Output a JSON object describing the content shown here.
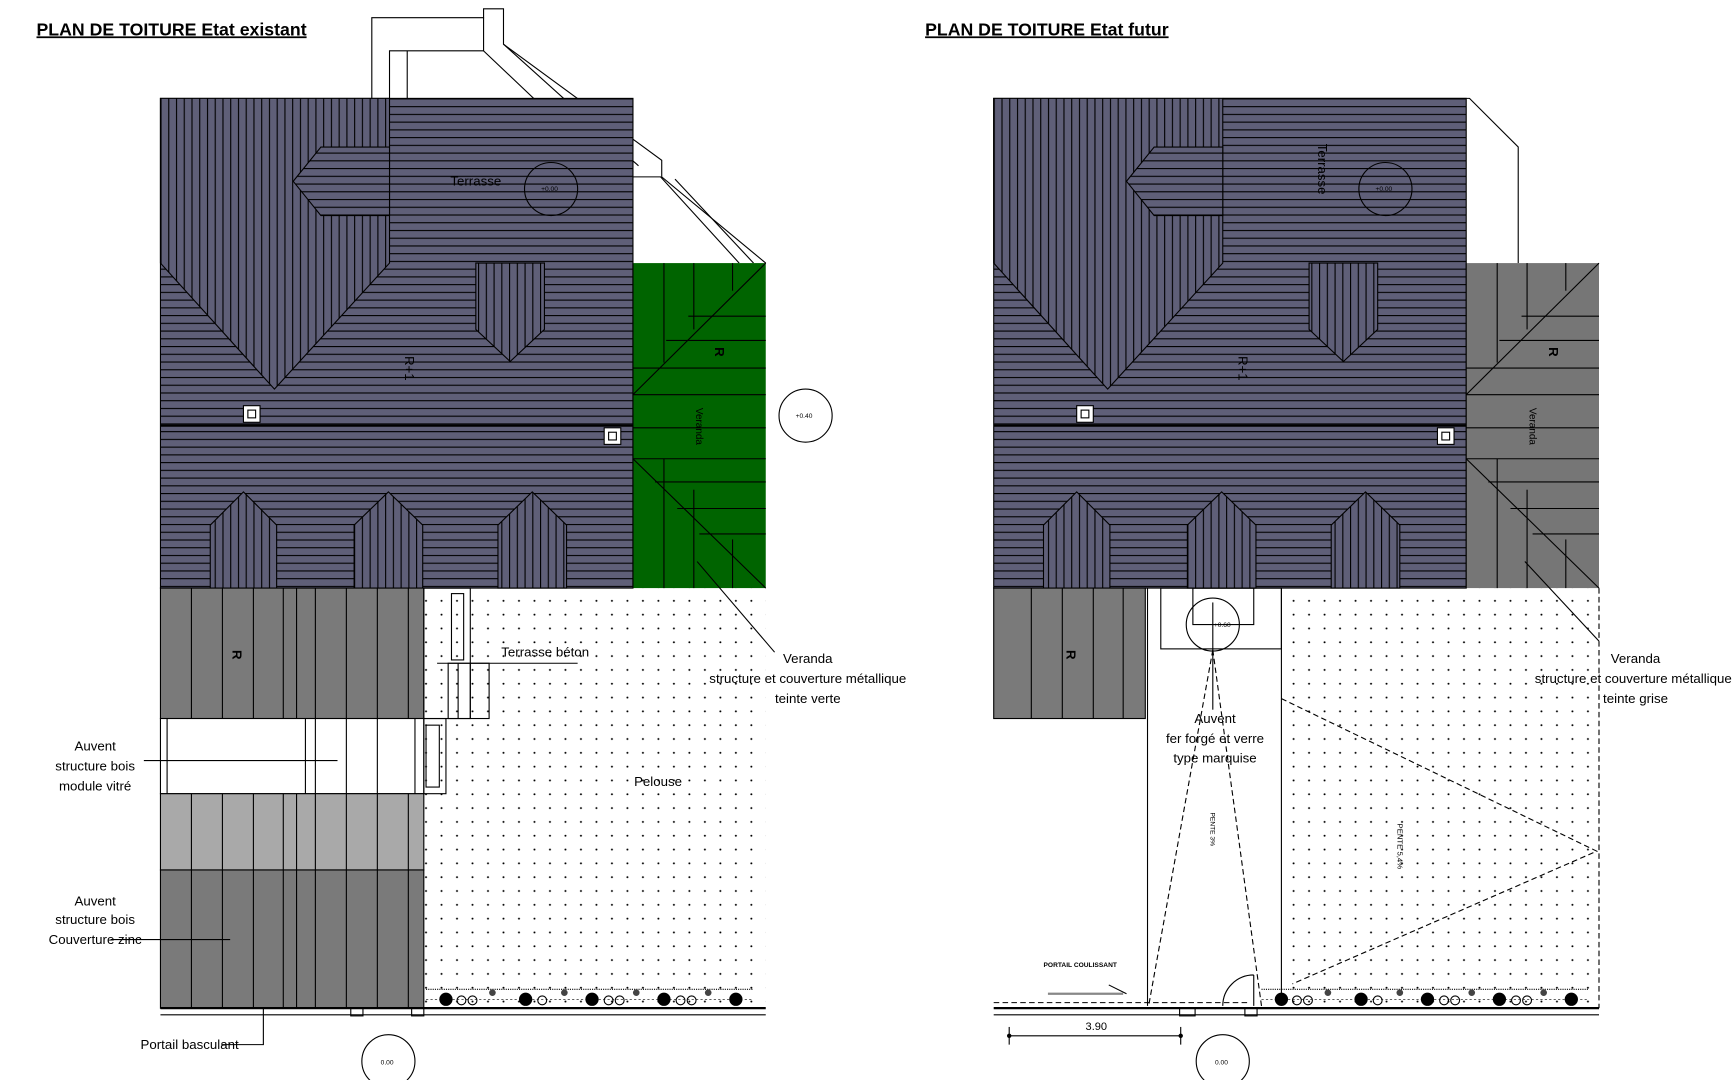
{
  "colors": {
    "roof": "#5f5f78",
    "veranda_existing": "#006400",
    "veranda_future": "#767676",
    "annex": "#7a7a7a",
    "annex_light": "#a9a9a9"
  },
  "existing": {
    "title": "PLAN DE TOITURE Etat existant",
    "terrasse": "Terrasse",
    "level_terrasse": "+0.00",
    "level_veranda": "+0.40",
    "level_street": "0.00",
    "roof_main": "R+1",
    "roof_veranda": "R",
    "veranda_vertical": "Veranda",
    "roof_annex": "R",
    "terrasse_beton": "Terrasse béton",
    "veranda_label": [
      "Veranda",
      "structure et couverture métallique",
      "teinte verte"
    ],
    "auvent_vitre": [
      "Auvent",
      "structure bois",
      "module vitré"
    ],
    "auvent_zinc": [
      "Auvent",
      "structure bois",
      "Couverture zinc"
    ],
    "pelouse": "Pelouse",
    "portail": "Portail basculant"
  },
  "future": {
    "title": "PLAN DE TOITURE Etat futur",
    "terrasse": "Terrasse",
    "level_terrasse": "+0.00",
    "level_auvent": "+0.60",
    "level_street": "0.00",
    "roof_main": "R+1",
    "roof_veranda": "R",
    "veranda_vertical": "Veranda",
    "roof_annex": "R",
    "veranda_label": [
      "Veranda",
      "structure et couverture métallique",
      "teinte grise"
    ],
    "auvent_label": [
      "Auvent",
      "fer forgé et verre",
      "type marquise"
    ],
    "pente_left": "PENTE 3%",
    "pente_right": "PENTE 5,4%",
    "portail": "PORTAIL COULISSANT",
    "dimension": "3.90"
  }
}
